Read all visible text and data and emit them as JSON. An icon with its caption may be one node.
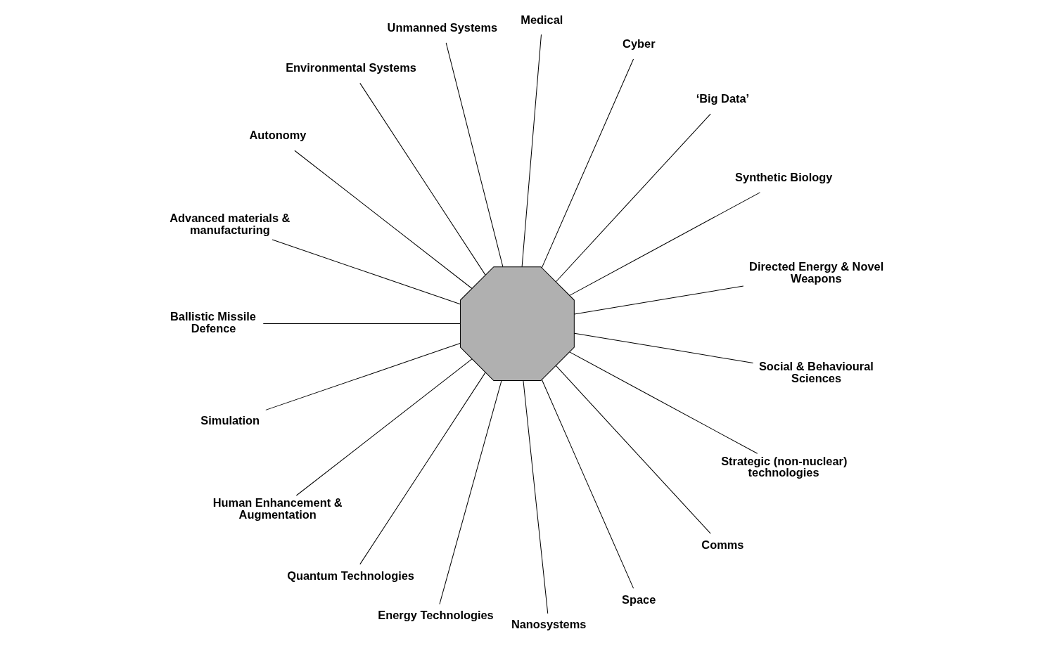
{
  "diagram": {
    "nodes": [
      {
        "text": [],
        "shape": "octagon"
      },
      {
        "text": [
          "Directed Energy & Novel Weapons"
        ]
      },
      {
        "text": [
          "Synthetic Biology"
        ]
      },
      {
        "text": [
          "‘Big Data’"
        ]
      },
      {
        "text": [
          "Cyber"
        ]
      },
      {
        "text": [
          "Medical"
        ]
      },
      {
        "text": [
          "Unmanned Systems"
        ]
      },
      {
        "text": [
          "Environmental Systems"
        ]
      },
      {
        "text": [
          "Autonomy"
        ]
      },
      {
        "text": [
          "Advanced materials & manufacturing"
        ]
      },
      {
        "text": [
          "Ballistic Missile Defence"
        ]
      },
      {
        "text": [
          "Simulation"
        ]
      },
      {
        "text": [
          "Human Enhancement & Augmentation"
        ]
      },
      {
        "text": [
          "Quantum Technologies"
        ]
      },
      {
        "text": [
          "Energy Technologies"
        ]
      },
      {
        "text": [
          "Nanosystems"
        ]
      },
      {
        "text": [
          "Space"
        ]
      },
      {
        "text": [
          "Comms"
        ]
      },
      {
        "text": [
          "Strategic (non-nuclear) technologies"
        ]
      },
      {
        "text": [
          "Social & Behavioural Sciences"
        ]
      }
    ],
    "edges": [
      {
        "from": 3,
        "to": 0,
        "arrow": "none"
      },
      {
        "from": 2,
        "to": 0,
        "arrow": "none"
      },
      {
        "from": 4,
        "to": 0,
        "arrow": "none"
      },
      {
        "from": 6,
        "to": 0,
        "arrow": "none"
      },
      {
        "from": 8,
        "to": 0,
        "arrow": "none"
      },
      {
        "from": 10,
        "to": 0,
        "arrow": "none"
      },
      {
        "from": 12,
        "to": 0,
        "arrow": "none"
      },
      {
        "from": 15,
        "to": 0,
        "arrow": "none"
      },
      {
        "from": 18,
        "to": 0,
        "arrow": "none"
      },
      {
        "from": 17,
        "to": 0,
        "arrow": "none"
      },
      {
        "from": 16,
        "to": 0,
        "arrow": "none"
      },
      {
        "from": 19,
        "to": 0,
        "arrow": "none"
      },
      {
        "from": 14,
        "to": 0,
        "arrow": "none"
      },
      {
        "from": 13,
        "to": 0,
        "arrow": "none"
      },
      {
        "from": 11,
        "to": 0,
        "arrow": "none"
      },
      {
        "from": 9,
        "to": 0,
        "arrow": "none"
      },
      {
        "from": 7,
        "to": 0,
        "arrow": "none"
      },
      {
        "from": 5,
        "to": 0,
        "arrow": "none"
      },
      {
        "from": 1,
        "to": 0,
        "arrow": "none"
      }
    ]
  }
}
